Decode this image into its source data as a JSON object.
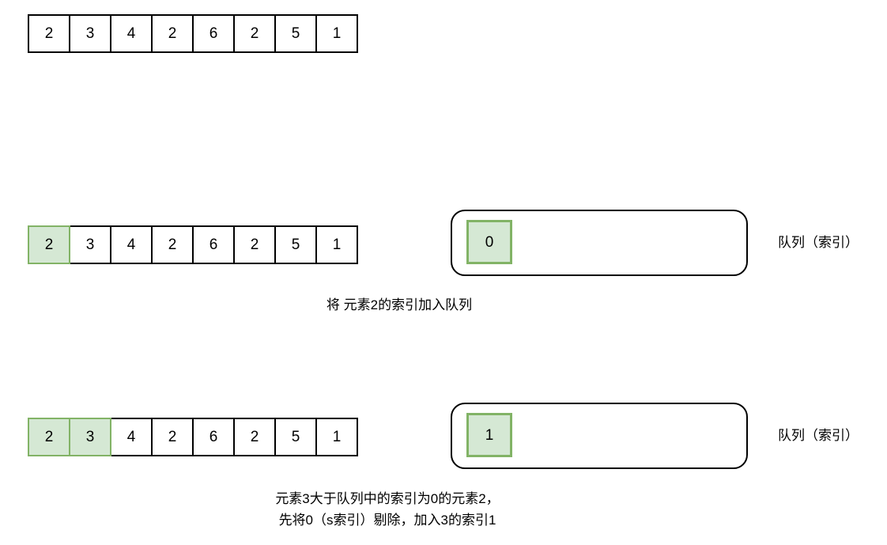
{
  "diagram": {
    "title_text": "",
    "colors": {
      "highlight_fill": "#d5e8d4",
      "highlight_border": "#82b366",
      "cell_border": "#000000",
      "background": "#ffffff",
      "text": "#000000"
    },
    "rows": [
      {
        "id": "row-initial",
        "array_values": [
          "2",
          "3",
          "4",
          "2",
          "6",
          "2",
          "5",
          "1"
        ],
        "highlighted_count": 0,
        "queue": null,
        "queue_label": "",
        "caption": ""
      },
      {
        "id": "row-step-1",
        "array_values": [
          "2",
          "3",
          "4",
          "2",
          "6",
          "2",
          "5",
          "1"
        ],
        "highlighted_count": 1,
        "queue": {
          "items": [
            "0"
          ]
        },
        "queue_label": "队列（索引）",
        "caption": "将 元素2的索引加入队列"
      },
      {
        "id": "row-step-2",
        "array_values": [
          "2",
          "3",
          "4",
          "2",
          "6",
          "2",
          "5",
          "1"
        ],
        "highlighted_count": 2,
        "queue": {
          "items": [
            "1"
          ]
        },
        "queue_label": "队列（索引）",
        "caption_line1": "元素3大于队列中的索引为0的元素2，",
        "caption_line2": "先将0（s索引）剔除，加入3的索引1"
      }
    ]
  }
}
